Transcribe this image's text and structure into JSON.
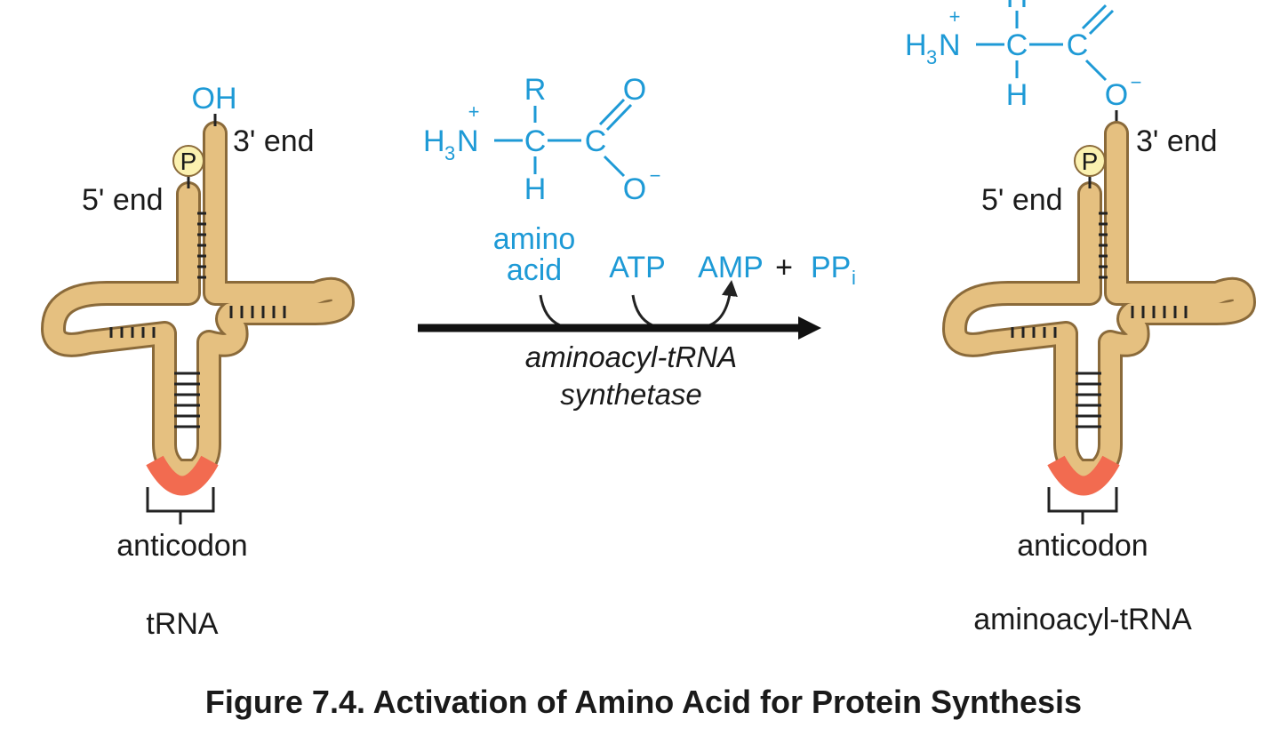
{
  "left_trna": {
    "hydroxyl": "OH",
    "three_prime": "3' end",
    "five_prime": "5' end",
    "phosphate": "P",
    "anticodon": "anticodon",
    "name": "tRNA"
  },
  "amino_acid": {
    "r_group": "R",
    "amine": "H",
    "amine_sub": "3",
    "amine_n": "N",
    "plus": "+",
    "alpha_c": "C",
    "carboxyl_c": "C",
    "hydrogen": "H",
    "carbonyl_o": "O",
    "oxide_o": "O",
    "minus": "−"
  },
  "reaction": {
    "substrate_line1": "amino",
    "substrate_line2": "acid",
    "atp": "ATP",
    "amp": "AMP",
    "plus": "+",
    "ppi": "PP",
    "ppi_sub": "i",
    "enzyme_line1": "aminoacyl-tRNA",
    "enzyme_line2": "synthetase"
  },
  "right_trna": {
    "three_prime": "3' end",
    "five_prime": "5' end",
    "phosphate": "P",
    "anticodon": "anticodon",
    "name": "aminoacyl-tRNA",
    "attached_amino": {
      "amine": "H",
      "amine_sub": "3",
      "amine_n": "N",
      "plus": "+",
      "alpha_c": "C",
      "carboxyl_c": "C",
      "top_h": "H",
      "bottom_h": "H",
      "ester_o": "O",
      "minus": "−"
    }
  },
  "caption": "Figure 7.4.  Activation of Amino Acid for Protein Synthesis",
  "colors": {
    "trna_fill": "#e5c080",
    "trna_outline": "#8a6a3a",
    "anticodon": "#f26b50",
    "chem_blue": "#1e9ad6",
    "phosphate_fill": "#fbf1b0"
  }
}
